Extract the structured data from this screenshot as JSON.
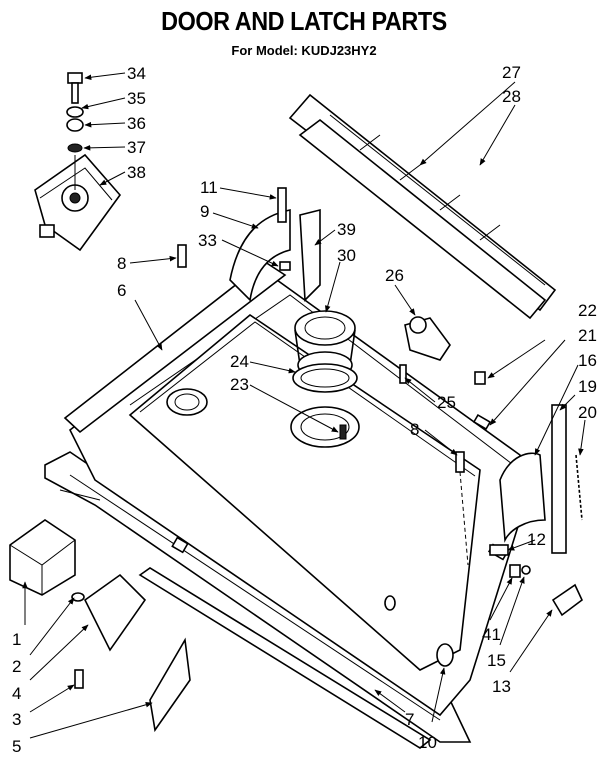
{
  "title": "DOOR AND LATCH PARTS",
  "subtitle": "For Model: KUDJ23HY2",
  "callouts": [
    "34",
    "35",
    "36",
    "37",
    "38",
    "27",
    "28",
    "11",
    "9",
    "39",
    "33",
    "30",
    "8",
    "6",
    "26",
    "22",
    "21",
    "16",
    "19",
    "20",
    "24",
    "23",
    "25",
    "8",
    "12",
    "41",
    "15",
    "13",
    "1",
    "2",
    "4",
    "3",
    "5",
    "7",
    "10"
  ]
}
